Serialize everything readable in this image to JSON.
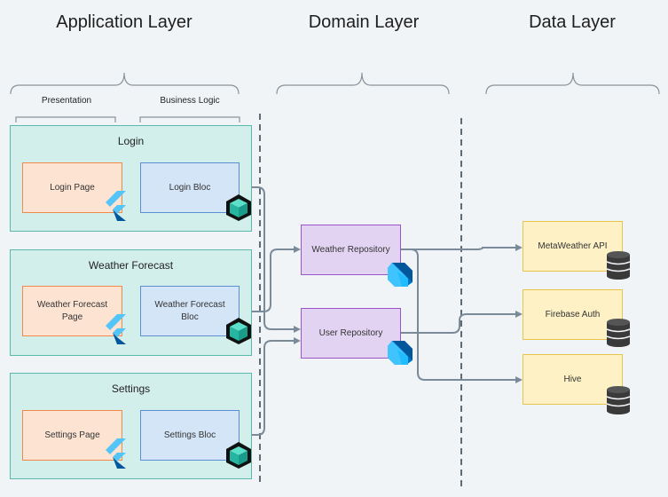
{
  "layers": {
    "application": "Application Layer",
    "domain": "Domain Layer",
    "data": "Data Layer"
  },
  "sublayers": {
    "presentation": "Presentation",
    "business_logic": "Business Logic"
  },
  "features": [
    {
      "title": "Login",
      "page": "Login Page",
      "bloc": "Login Bloc"
    },
    {
      "title": "Weather Forecast",
      "page": "Weather Forecast Page",
      "bloc": "Weather Forecast Bloc"
    },
    {
      "title": "Settings",
      "page": "Settings Page",
      "bloc": "Settings Bloc"
    }
  ],
  "repositories": {
    "weather": "Weather Repository",
    "user": "User Repository"
  },
  "data_sources": {
    "metaweather": "MetaWeather API",
    "firebase": "Firebase Auth",
    "hive": "Hive"
  },
  "colors": {
    "feature_bg": "#d3efec",
    "page_bg": "#fde3d2",
    "bloc_bg": "#d4e5f7",
    "repo_bg": "#e3d3f3",
    "data_bg": "#fdf1c5",
    "connector": "#7a8a99"
  }
}
